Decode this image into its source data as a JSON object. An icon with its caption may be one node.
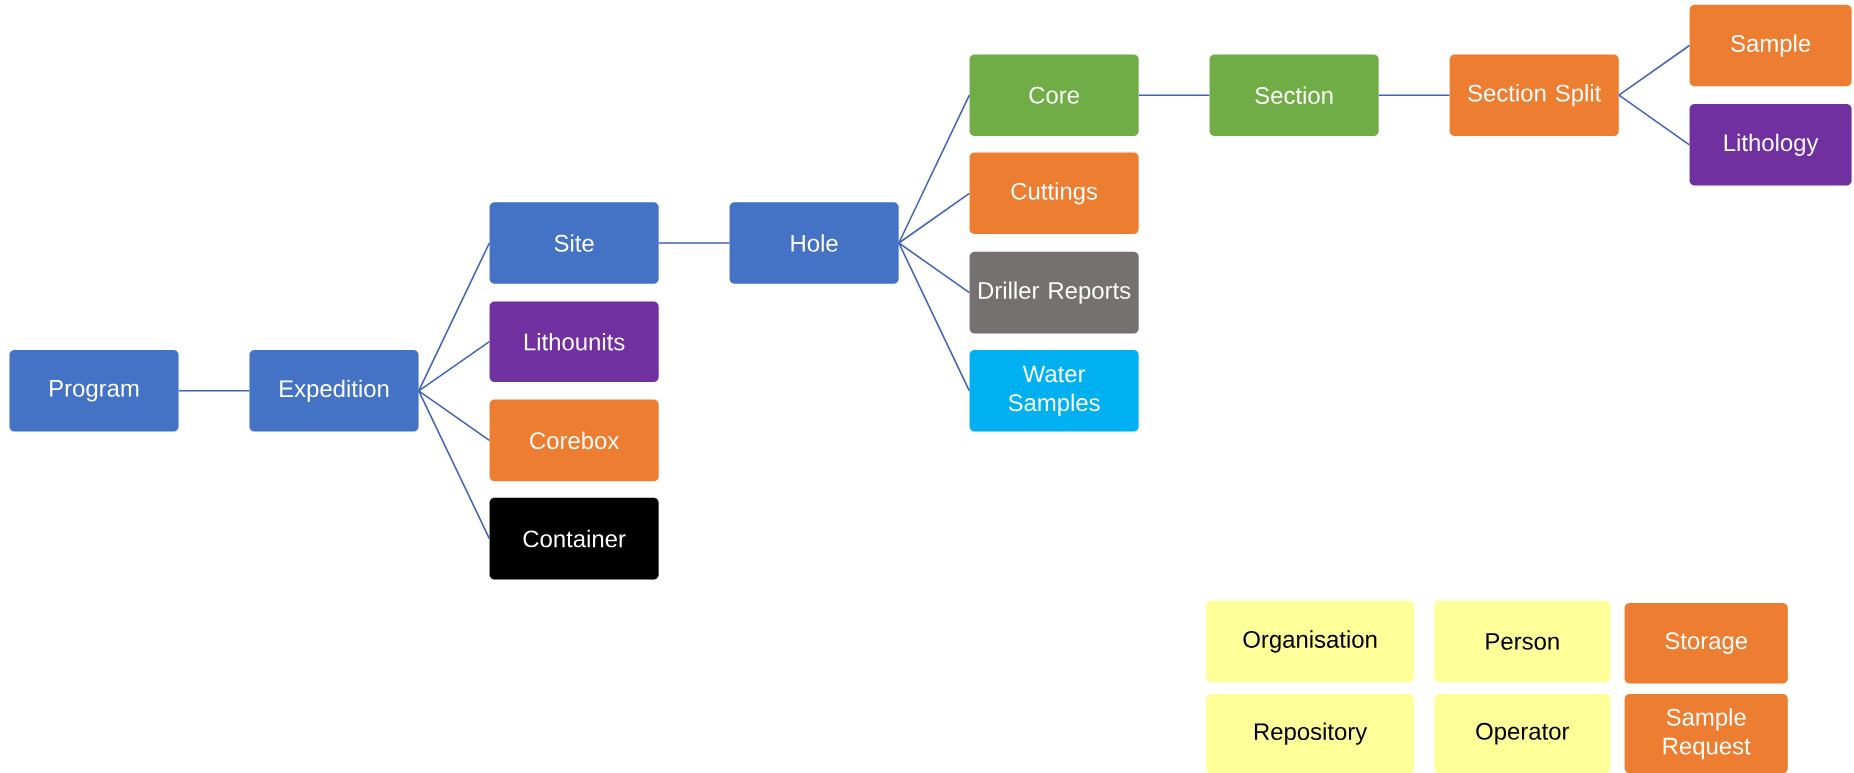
{
  "diagram": {
    "nodes": [
      {
        "text": [
          "Program"
        ]
      },
      {
        "text": [
          "Expedition"
        ]
      },
      {
        "text": [
          "Site"
        ]
      },
      {
        "text": [
          "Lithounits"
        ]
      },
      {
        "text": [
          "Corebox"
        ]
      },
      {
        "text": [
          "Container"
        ]
      },
      {
        "text": [
          "Hole"
        ]
      },
      {
        "text": [
          "Core"
        ]
      },
      {
        "text": [
          "Cuttings"
        ]
      },
      {
        "text": [
          "Driller Reports"
        ]
      },
      {
        "text": [
          "Water Samples"
        ]
      },
      {
        "text": [
          "Section"
        ]
      },
      {
        "text": [
          "Section Split"
        ]
      },
      {
        "text": [
          "Sample"
        ]
      },
      {
        "text": [
          "Lithology"
        ]
      },
      {
        "text": [
          "Organisation"
        ]
      },
      {
        "text": [
          "Person"
        ]
      },
      {
        "text": [
          "Storage"
        ]
      },
      {
        "text": [
          "Repository"
        ]
      },
      {
        "text": [
          "Operator"
        ]
      },
      {
        "text": [
          "Sample Request"
        ]
      }
    ],
    "edges": [
      {
        "from": 0,
        "to": 1,
        "arrow": "none"
      },
      {
        "from": 1,
        "to": 2,
        "arrow": "none"
      },
      {
        "from": 1,
        "to": 3,
        "arrow": "none"
      },
      {
        "from": 1,
        "to": 4,
        "arrow": "none"
      },
      {
        "from": 1,
        "to": 5,
        "arrow": "none"
      },
      {
        "from": 2,
        "to": 6,
        "arrow": "none"
      },
      {
        "from": 6,
        "to": 7,
        "arrow": "none"
      },
      {
        "from": 6,
        "to": 8,
        "arrow": "none"
      },
      {
        "from": 6,
        "to": 9,
        "arrow": "none"
      },
      {
        "from": 6,
        "to": 10,
        "arrow": "none"
      },
      {
        "from": 7,
        "to": 11,
        "arrow": "none"
      },
      {
        "from": 11,
        "to": 12,
        "arrow": "none"
      },
      {
        "from": 12,
        "to": 13,
        "arrow": "none"
      },
      {
        "from": 12,
        "to": 14,
        "arrow": "none"
      }
    ]
  }
}
